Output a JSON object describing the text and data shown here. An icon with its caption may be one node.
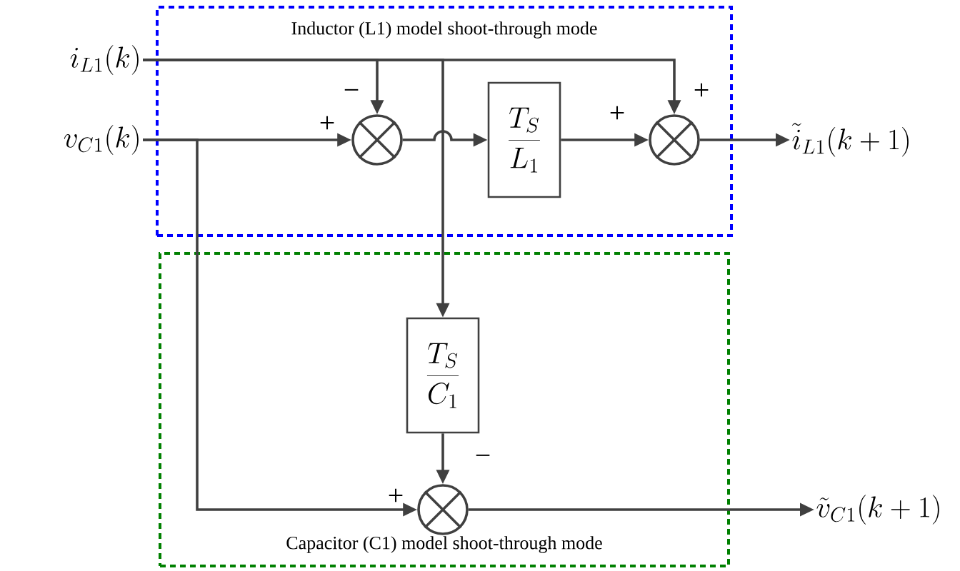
{
  "diagram": {
    "nodes": [
      {
        "text": [
          "Inductor (L1) model shoot-through mode"
        ]
      },
      {
        "text": [
          "Capacitor (C1) model shoot-through mode"
        ]
      },
      {
        "text": [
          "i_{L1}(k)"
        ]
      },
      {
        "text": [
          "v_{C1}(k)"
        ]
      },
      {
        "text": [],
        "shape": "circle",
        "in": 0
      },
      {
        "text": [
          "\\frac{T_S}{L_1}"
        ],
        "in": 0
      },
      {
        "text": [],
        "shape": "circle",
        "in": 0
      },
      {
        "text": [
          "\\tilde{i}_{L1}(k+1)"
        ]
      },
      {
        "text": [
          "\\frac{T_S}{C_1}"
        ],
        "in": 1
      },
      {
        "text": [],
        "shape": "circle",
        "in": 1
      },
      {
        "text": [
          "\\tilde{v}_{C1}(k+1)"
        ]
      }
    ],
    "edges": [
      {
        "from": 2,
        "to": 4,
        "arrow": "to"
      },
      {
        "from": 2,
        "to": 6,
        "arrow": "to"
      },
      {
        "from": 2,
        "to": 8,
        "arrow": "to"
      },
      {
        "from": 3,
        "to": 4,
        "arrow": "to"
      },
      {
        "from": 3,
        "to": 9,
        "arrow": "to"
      },
      {
        "from": 4,
        "to": 5,
        "arrow": "to"
      },
      {
        "from": 5,
        "to": 6,
        "arrow": "to"
      },
      {
        "from": 6,
        "to": 7,
        "arrow": "to"
      },
      {
        "from": 8,
        "to": 9,
        "arrow": "to"
      },
      {
        "from": 9,
        "to": 10,
        "arrow": "to"
      }
    ],
    "labels": [
      "−",
      "+",
      "+",
      "+",
      "−",
      "+"
    ]
  }
}
